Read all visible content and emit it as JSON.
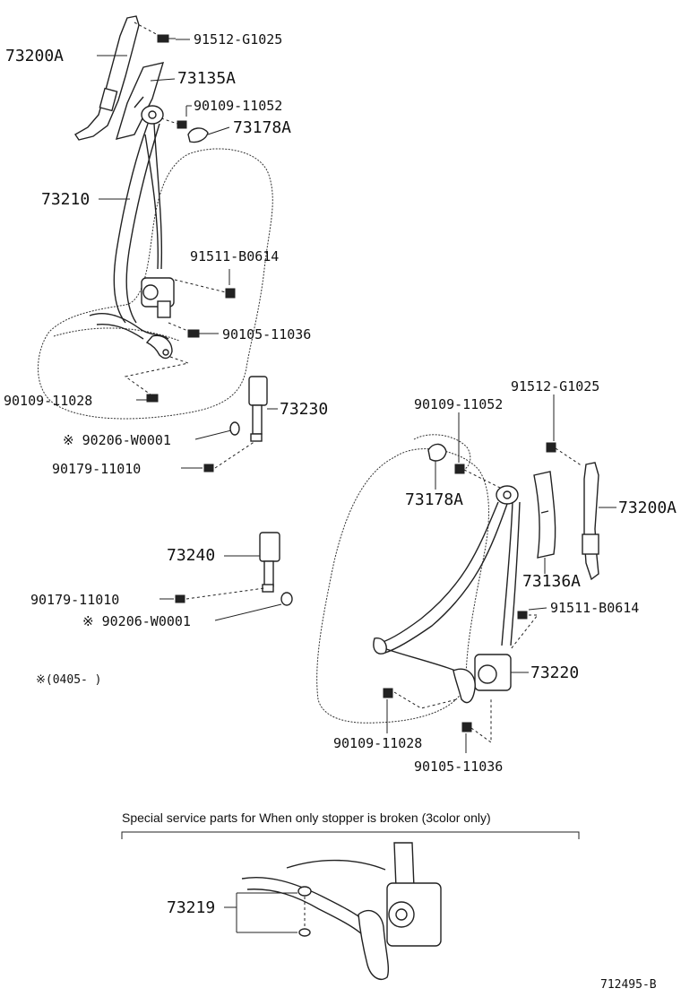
{
  "parts": {
    "p73200A_top": "73200A",
    "p91512_top": "91512-G1025",
    "p73135A": "73135A",
    "p90109_11052_top": "90109-11052",
    "p73178A_top": "73178A",
    "p73210": "73210",
    "p91511_top": "91511-B0614",
    "p90105_top": "90105-11036",
    "p90109_11028_top": "90109-11028",
    "p73230": "73230",
    "p90206_top": "※ 90206-W0001",
    "p90179_top": "90179-11010",
    "p91512_right": "91512-G1025",
    "p90109_11052_right": "90109-11052",
    "p73200A_right": "73200A",
    "p73178A_right": "73178A",
    "p73136A": "73136A",
    "p91511_right": "91511-B0614",
    "p73240": "73240",
    "p90179_mid": "90179-11010",
    "p90206_mid": "※ 90206-W0001",
    "p73220": "73220",
    "p90109_11028_right": "90109-11028",
    "p90105_right": "90105-11036",
    "p73219": "73219"
  },
  "note": "※(0405-      )",
  "special_title": "Special service parts for When only stopper is broken (3color only)",
  "figure_id": "712495-B"
}
